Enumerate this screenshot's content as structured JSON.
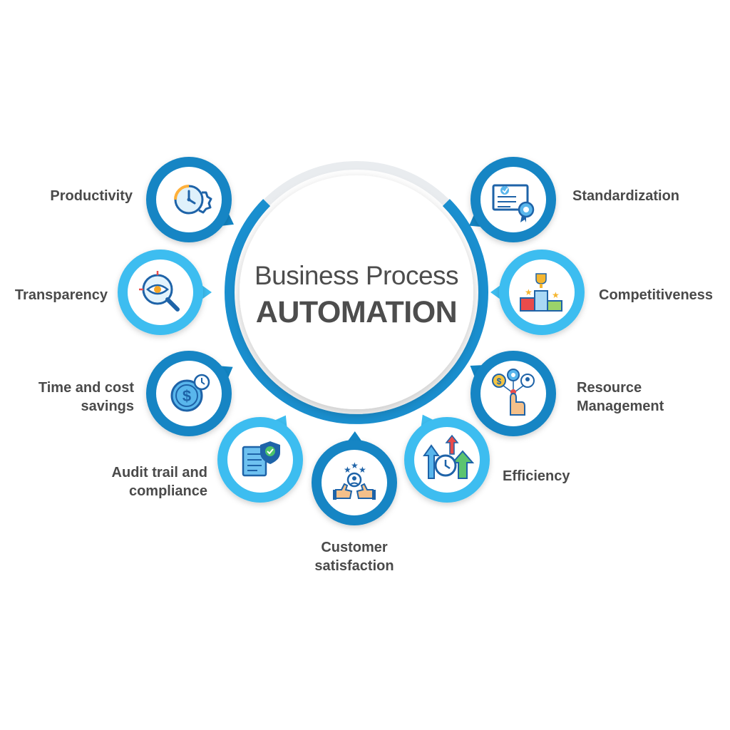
{
  "center": {
    "line1": "Business Process",
    "line2": "AUTOMATION"
  },
  "colors": {
    "dark_blue": "#1285c4",
    "light_blue": "#3dbdf0",
    "ring_grey": "#e6e9ec",
    "text": "#4a4a4a"
  },
  "benefits": [
    {
      "name": "productivity",
      "lines": [
        "Productivity"
      ],
      "icon": "clock-gear-icon",
      "shade": "dark"
    },
    {
      "name": "transparency",
      "lines": [
        "Transparency"
      ],
      "icon": "eye-magnifier-icon",
      "shade": "light"
    },
    {
      "name": "time-cost",
      "lines": [
        "Time and cost",
        "savings"
      ],
      "icon": "dollar-coin-clock-icon",
      "shade": "dark"
    },
    {
      "name": "audit-trail",
      "lines": [
        "Audit trail and",
        "compliance"
      ],
      "icon": "document-shield-icon",
      "shade": "light"
    },
    {
      "name": "customer-satisfaction",
      "lines": [
        "Customer",
        "satisfaction"
      ],
      "icon": "thumbs-up-stars-icon",
      "shade": "dark"
    },
    {
      "name": "efficiency",
      "lines": [
        "Efficiency"
      ],
      "icon": "clock-growth-arrows-icon",
      "shade": "light"
    },
    {
      "name": "resource-management",
      "lines": [
        "Resource",
        "Management"
      ],
      "icon": "hand-resources-icon",
      "shade": "dark"
    },
    {
      "name": "competitiveness",
      "lines": [
        "Competitiveness"
      ],
      "icon": "podium-trophy-icon",
      "shade": "light"
    },
    {
      "name": "standardization",
      "lines": [
        "Standardization"
      ],
      "icon": "certificate-icon",
      "shade": "dark"
    }
  ]
}
